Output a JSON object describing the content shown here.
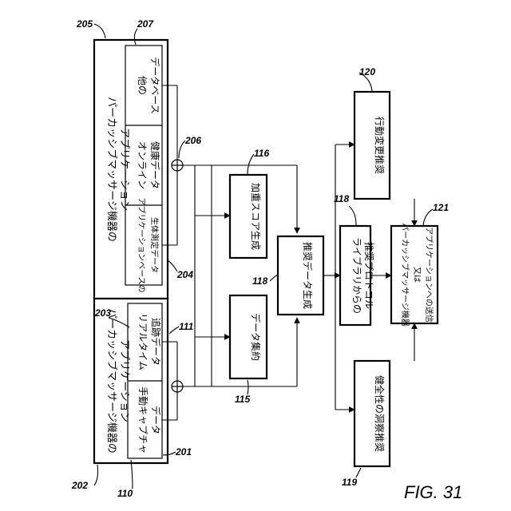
{
  "figure": {
    "label": "FIG. 31"
  },
  "blocks": {
    "app_top": {
      "ref": "205",
      "title_l1": "パーカッシブマッサージ機器の",
      "title_l2": "アプリケーション",
      "cells": [
        {
          "ref": "207",
          "l1": "他の",
          "l2": "データベース"
        },
        {
          "ref": "206",
          "l1": "オンライン",
          "l2": "健康データ"
        },
        {
          "ref": "204",
          "l1": "アプリケーションベースの",
          "l2": "生体測定データ"
        }
      ]
    },
    "app_bottom": {
      "ref": "202",
      "ref_inner": "203",
      "title_l1": "パーカッシブマッサージ機器の",
      "title_l2": "アプリケーション",
      "cells": [
        {
          "ref": "111",
          "l1": "リアルタイム",
          "l2": "追跡データ"
        },
        {
          "ref": "201",
          "l1": "手動キャプチャ",
          "l2": "データ"
        }
      ],
      "ref_cell_bottom": "110"
    },
    "weighted_score": {
      "ref": "116",
      "text": "加重スコア生成"
    },
    "data_aggregation": {
      "ref": "115",
      "text": "データ集約"
    },
    "recommendation_gen": {
      "ref": "118",
      "text": "推奨データ生成"
    },
    "behavior_change": {
      "ref": "120",
      "text": "行動変更推奨"
    },
    "library_protocol": {
      "ref": "118",
      "l1": "ライブラリからの",
      "l2": "推奨プロトコル"
    },
    "wellness_insight": {
      "ref": "119",
      "text": "健全性の洞察推奨"
    },
    "device_send": {
      "ref": "121",
      "l1": "パーカッシブマッサージ機器",
      "l2": "又は",
      "l3": "アプリケーションへの送信"
    }
  }
}
